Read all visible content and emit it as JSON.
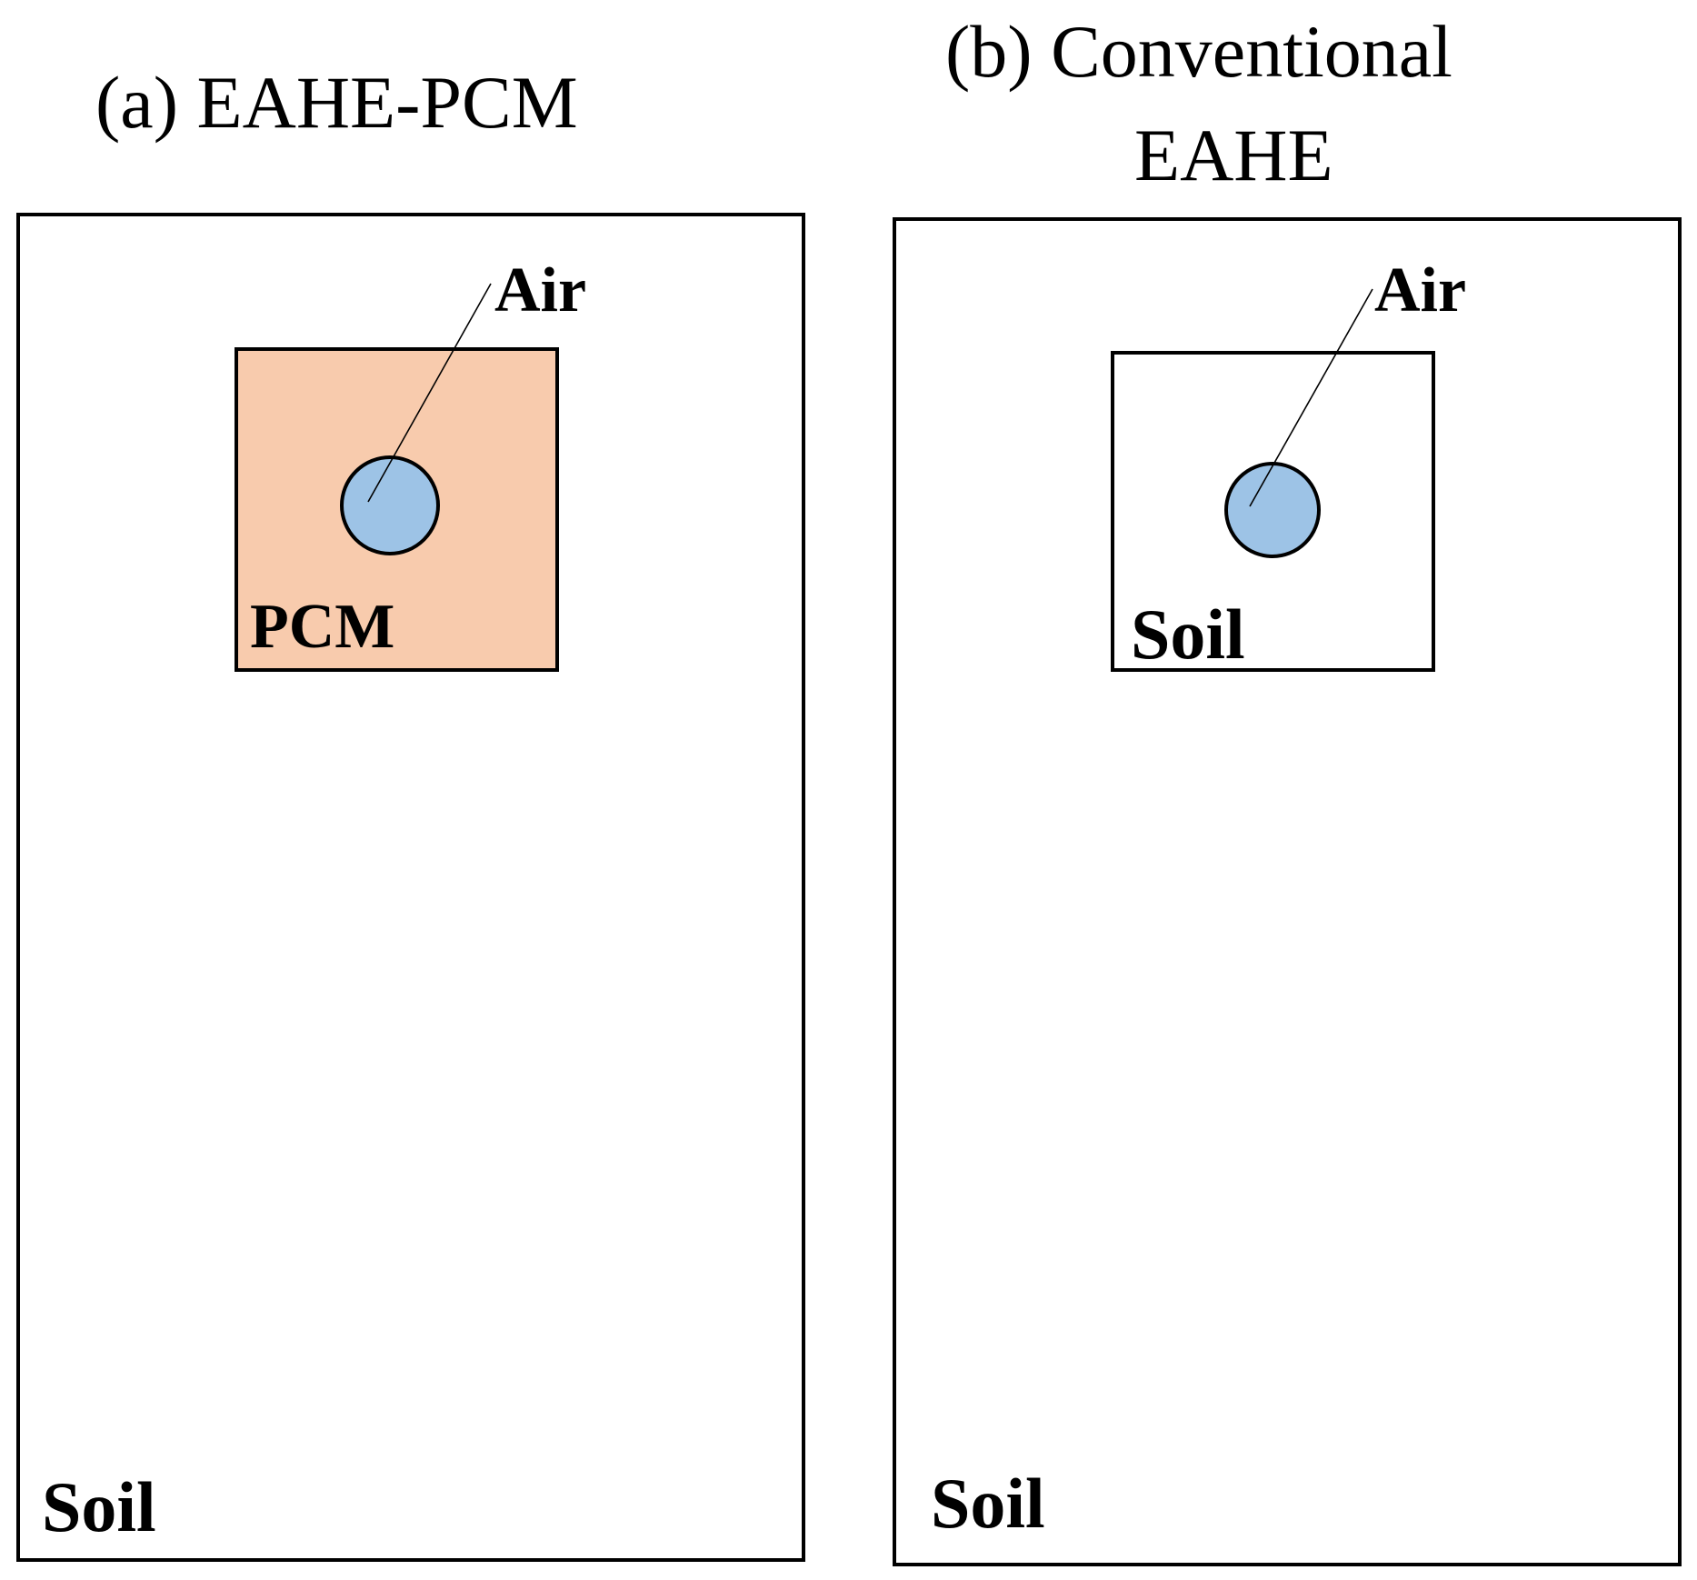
{
  "colors": {
    "pcm_fill": "#F8CBAD",
    "pipe_fill": "#9DC3E6",
    "outline": "#000000",
    "background": "#FFFFFF"
  },
  "panel_a": {
    "title": "(a) EAHE-PCM",
    "outer_label": "Soil",
    "inner_label": "PCM",
    "pipe_label": "Air"
  },
  "panel_b": {
    "title_line1": "(b) Conventional",
    "title_line2": "EAHE",
    "outer_label": "Soil",
    "inner_label": "Soil",
    "pipe_label": "Air"
  }
}
